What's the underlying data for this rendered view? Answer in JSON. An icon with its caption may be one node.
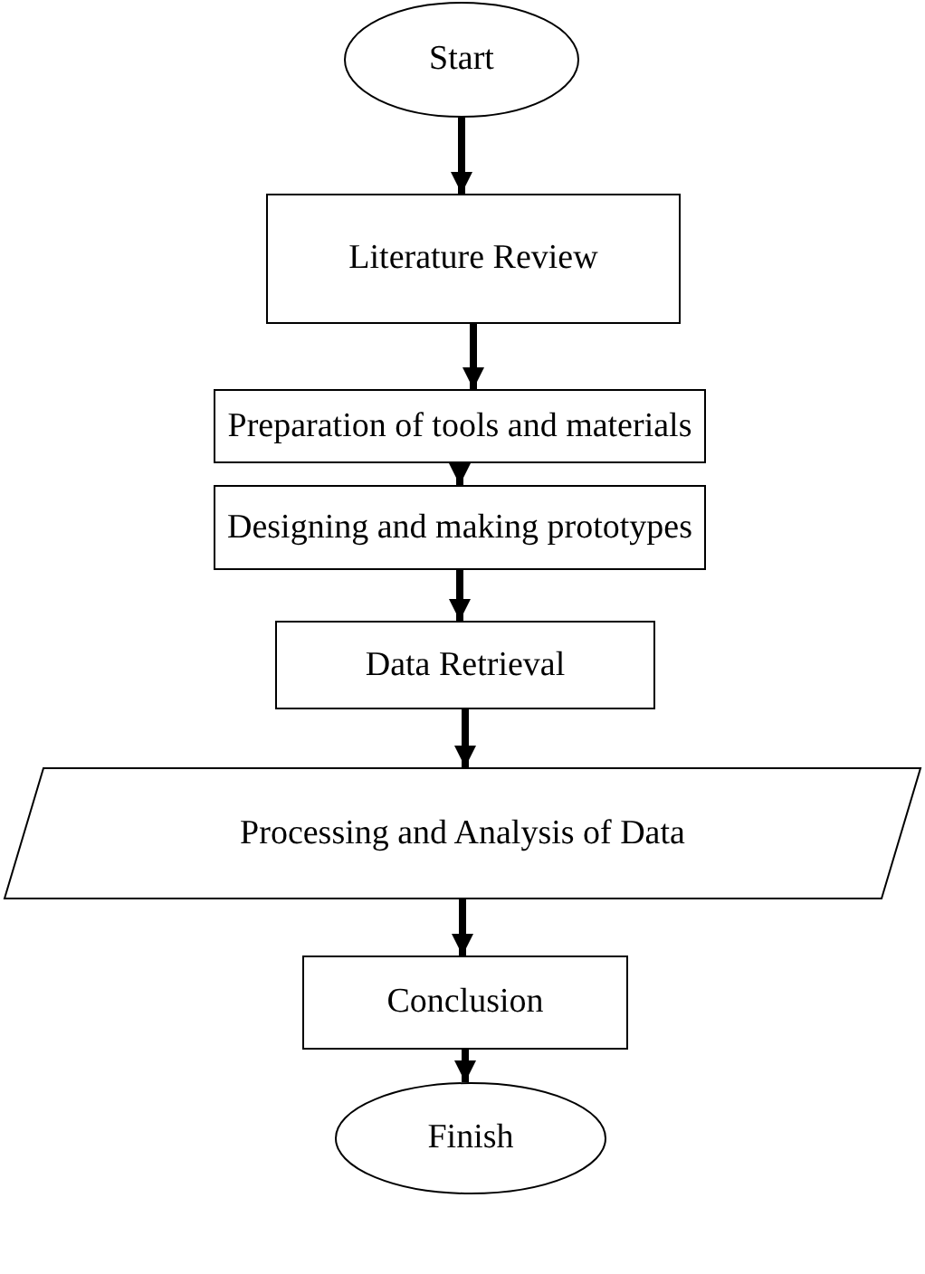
{
  "diagram": {
    "nodes": [
      {
        "text": [
          "Start"
        ]
      },
      {
        "text": [
          "Literature Review"
        ]
      },
      {
        "text": [
          "Preparation of tools and materials"
        ]
      },
      {
        "text": [
          "Designing and making prototypes"
        ]
      },
      {
        "text": [
          "Data Retrieval"
        ]
      },
      {
        "text": [
          "Processing and Analysis of Data"
        ]
      },
      {
        "text": [
          "Conclusion"
        ]
      },
      {
        "text": [
          "Finish"
        ]
      }
    ],
    "edges": [
      {
        "from": 0,
        "to": 1,
        "arrow": "to"
      },
      {
        "from": 1,
        "to": 2,
        "arrow": "to"
      },
      {
        "from": 2,
        "to": 3,
        "arrow": "to"
      },
      {
        "from": 3,
        "to": 4,
        "arrow": "to"
      },
      {
        "from": 4,
        "to": 5,
        "arrow": "to"
      },
      {
        "from": 5,
        "to": 6,
        "arrow": "to"
      },
      {
        "from": 6,
        "to": 7,
        "arrow": "to"
      }
    ]
  }
}
